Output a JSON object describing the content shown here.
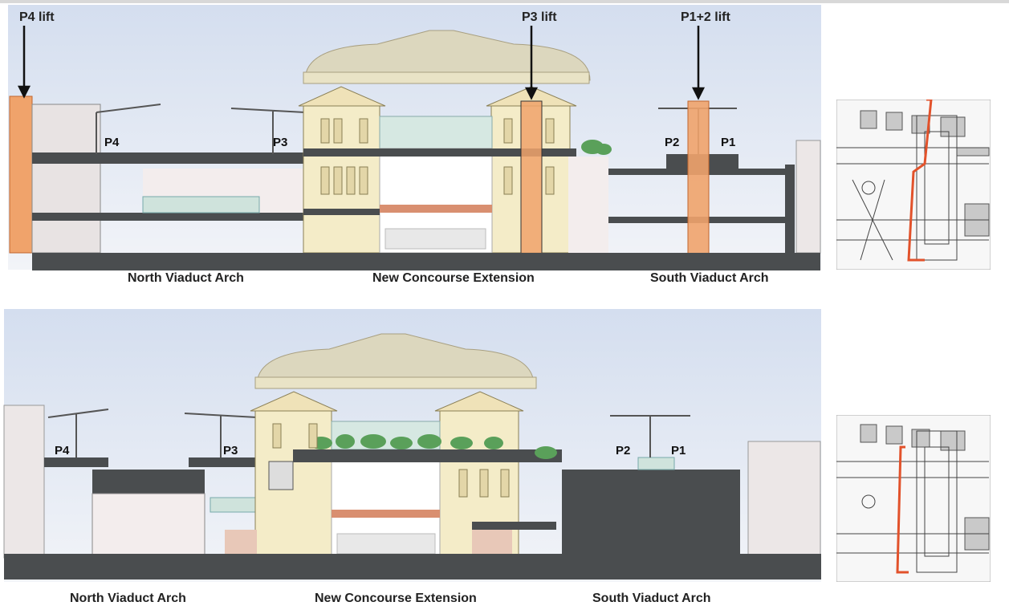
{
  "top_section": {
    "lift_labels": {
      "p4": "P4 lift",
      "p3": "P3 lift",
      "p12": "P1+2 lift"
    },
    "platforms": {
      "p4": "P4",
      "p3": "P3",
      "p2": "P2",
      "p1": "P1"
    },
    "captions": {
      "north": "North Viaduct Arch",
      "concourse": "New Concourse Extension",
      "south": "South Viaduct Arch"
    }
  },
  "bottom_section": {
    "platforms": {
      "p4": "P4",
      "p3": "P3",
      "p2": "P2",
      "p1": "P1"
    },
    "captions": {
      "north": "North Viaduct Arch",
      "concourse": "New Concourse Extension",
      "south": "South Viaduct Arch"
    }
  },
  "colors": {
    "sky": "#dfe6f2",
    "structure": "#4a4d4f",
    "lift": "#f0a36b",
    "route": "#e2522b",
    "building_cream": "#f4ecc8"
  }
}
